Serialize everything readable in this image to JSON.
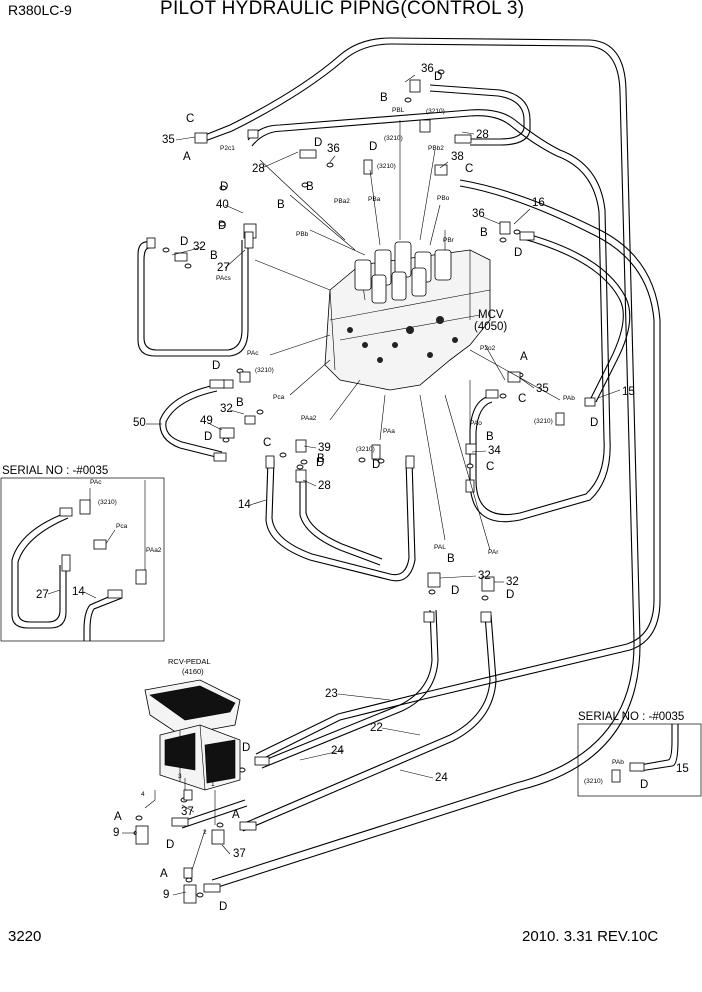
{
  "header": {
    "model": "R380LC-9",
    "title": "PILOT HYDRAULIC PIPNG(CONTROL 3)"
  },
  "footer": {
    "page_number": "3220",
    "revision": "2010. 3.31  REV.10C"
  },
  "components": {
    "mcv": {
      "name": "MCV",
      "code": "(4050)"
    },
    "rcv_pedal": {
      "name": "RCV-PEDAL",
      "code": "(4160)"
    }
  },
  "insets": {
    "left": {
      "title": "SERIAL NO : -#0035",
      "parts": [
        "27",
        "14"
      ],
      "ports": [
        "PAc",
        "(3210)",
        "Pca",
        "PAa2"
      ]
    },
    "right": {
      "title": "SERIAL NO : -#0035",
      "parts": [
        "15",
        "D"
      ],
      "ports": [
        "PAb",
        "(3210)"
      ]
    }
  },
  "part_numbers": [
    "9",
    "14",
    "15",
    "16",
    "22",
    "23",
    "24",
    "27",
    "28",
    "32",
    "34",
    "35",
    "36",
    "37",
    "38",
    "39",
    "40",
    "49",
    "50"
  ],
  "letter_callouts": [
    "A",
    "B",
    "C",
    "D"
  ],
  "port_labels": [
    "P2c1",
    "PBL",
    "PBb2",
    "PBa2",
    "PBa",
    "PBo",
    "PBb",
    "PBr",
    "PAcs",
    "PAc",
    "Pca",
    "PAa2",
    "PAa",
    "P2o2",
    "PAo",
    "PAb",
    "PAL",
    "PAr"
  ],
  "spec_code": "(3210)",
  "pedal_ports": [
    "1",
    "2",
    "3",
    "4"
  ]
}
